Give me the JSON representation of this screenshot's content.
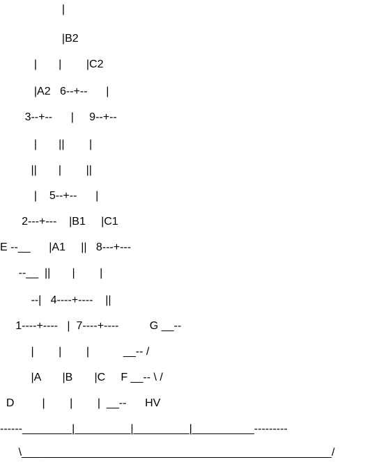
{
  "diagram": {
    "lines": [
      "                    |",
      "                    |B2",
      "           |       |        |C2",
      "           |A2   6--+--      |",
      "        3--+--      |     9--+--",
      "           |       ||        |",
      "          ||       |        ||",
      "           |    5--+--      |",
      "       2---+---    |B1     |C1",
      "E --__      |A1     ||   8---+---",
      "      --__  ||       |        |",
      "          --|   4----+----    ||",
      "     1----+----   |  7----+----          G __--",
      "          |        |        |           __-- /",
      "          |A       |B       |C     F __-- \\ /",
      "  D         |        |        |  __--      HV",
      "------________|_________|_________|__________---------",
      "      \\__________________________________________________/"
    ]
  }
}
